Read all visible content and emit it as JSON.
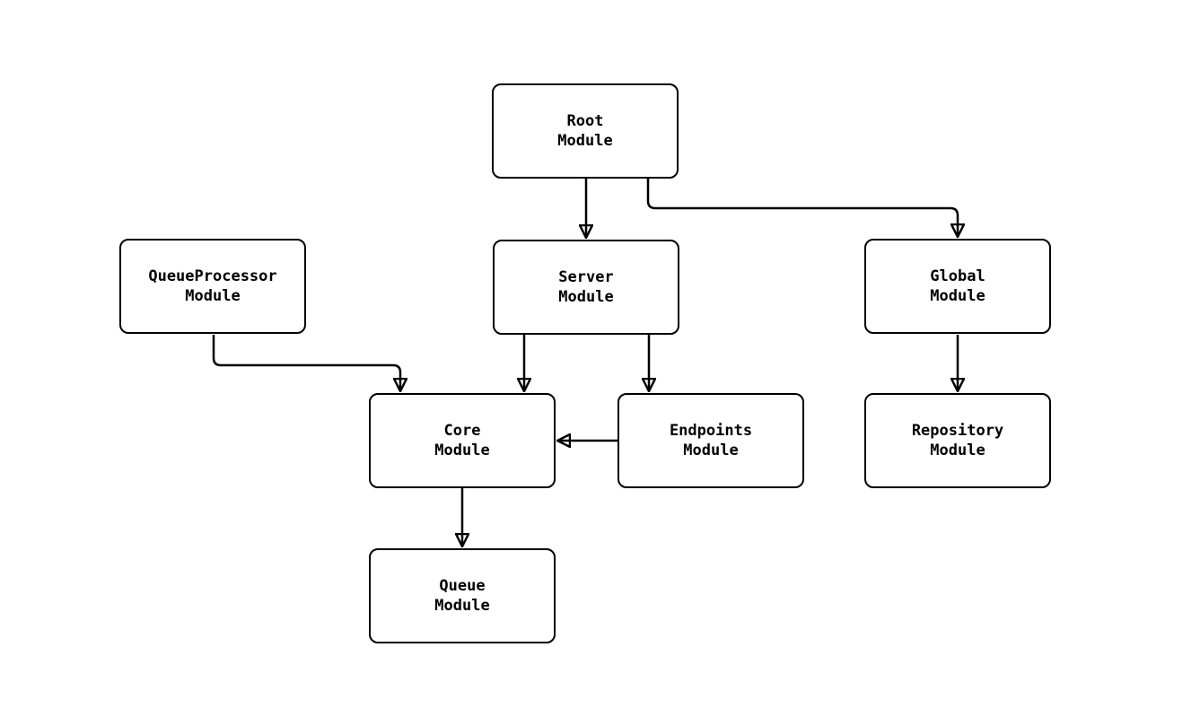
{
  "diagram": {
    "background_color": "#ffffff",
    "node_border_color": "#000000",
    "node_fill_color": "#ffffff",
    "edge_color": "#000000",
    "nodes": [
      {
        "id": "root",
        "label_line1": "Root",
        "label_line2": "Module"
      },
      {
        "id": "queueprocessor",
        "label_line1": "QueueProcessor",
        "label_line2": "Module"
      },
      {
        "id": "server",
        "label_line1": "Server",
        "label_line2": "Module"
      },
      {
        "id": "global",
        "label_line1": "Global",
        "label_line2": "Module"
      },
      {
        "id": "core",
        "label_line1": "Core",
        "label_line2": "Module"
      },
      {
        "id": "endpoints",
        "label_line1": "Endpoints",
        "label_line2": "Module"
      },
      {
        "id": "repository",
        "label_line1": "Repository",
        "label_line2": "Module"
      },
      {
        "id": "queue",
        "label_line1": "Queue",
        "label_line2": "Module"
      }
    ],
    "edges": [
      {
        "from": "root",
        "to": "server"
      },
      {
        "from": "root",
        "to": "global"
      },
      {
        "from": "queueprocessor",
        "to": "core"
      },
      {
        "from": "server",
        "to": "core"
      },
      {
        "from": "server",
        "to": "endpoints"
      },
      {
        "from": "endpoints",
        "to": "core"
      },
      {
        "from": "global",
        "to": "repository"
      },
      {
        "from": "core",
        "to": "queue"
      }
    ]
  }
}
